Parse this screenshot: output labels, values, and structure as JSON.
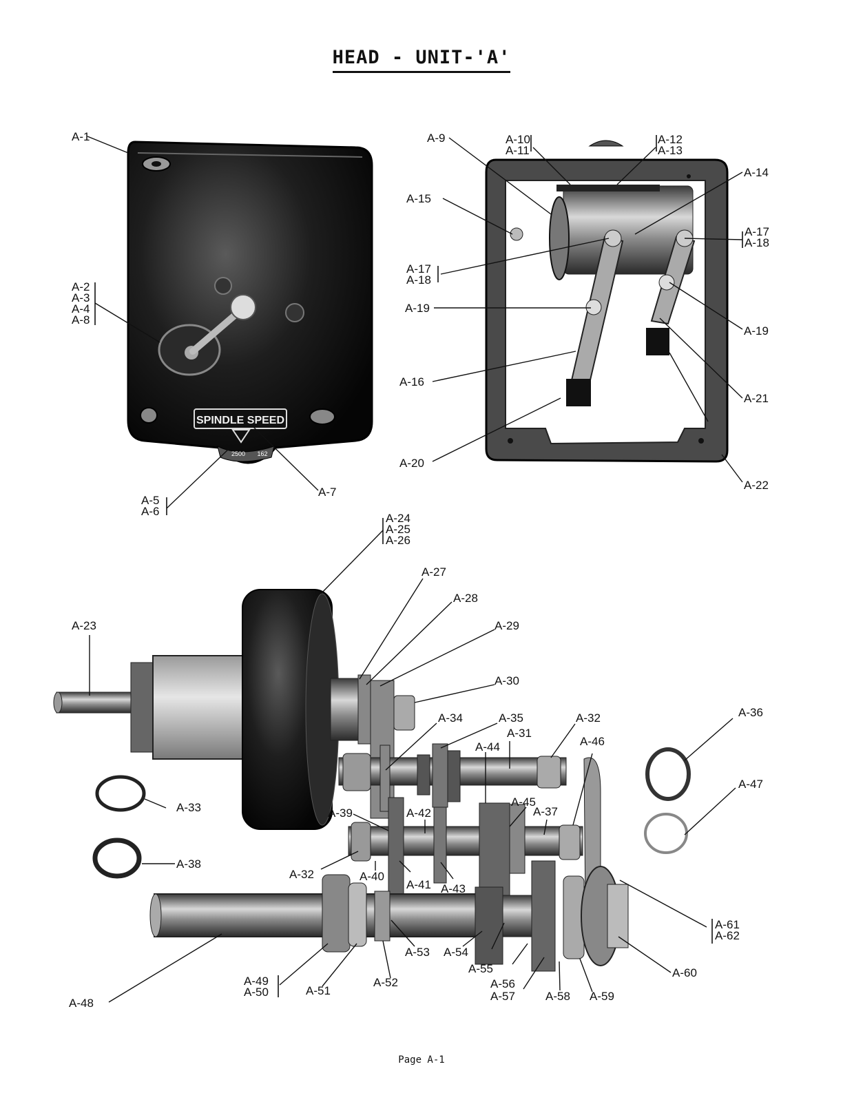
{
  "title": "HEAD - UNIT-'A'",
  "cover_badge_text": "SPINDLE SPEED",
  "dial_speeds": [
    "2500",
    "162"
  ],
  "page_label": "Page A-1",
  "labels": [
    "A-1",
    "A-2",
    "A-3",
    "A-4",
    "A-8",
    "A-5",
    "A-6",
    "A-7",
    "A-9",
    "A-10",
    "A-11",
    "A-12",
    "A-13",
    "A-14",
    "A-15",
    "A-16",
    "A-17",
    "A-18",
    "A-19",
    "A-20",
    "A-21",
    "A-22",
    "A-23",
    "A-24",
    "A-25",
    "A-26",
    "A-27",
    "A-28",
    "A-29",
    "A-30",
    "A-31",
    "A-32",
    "A-33",
    "A-34",
    "A-35",
    "A-36",
    "A-37",
    "A-38",
    "A-39",
    "A-40",
    "A-41",
    "A-42",
    "A-43",
    "A-44",
    "A-45",
    "A-46",
    "A-47",
    "A-48",
    "A-49",
    "A-50",
    "A-51",
    "A-52",
    "A-53",
    "A-54",
    "A-55",
    "A-56",
    "A-57",
    "A-58",
    "A-59",
    "A-60",
    "A-61",
    "A-62"
  ]
}
